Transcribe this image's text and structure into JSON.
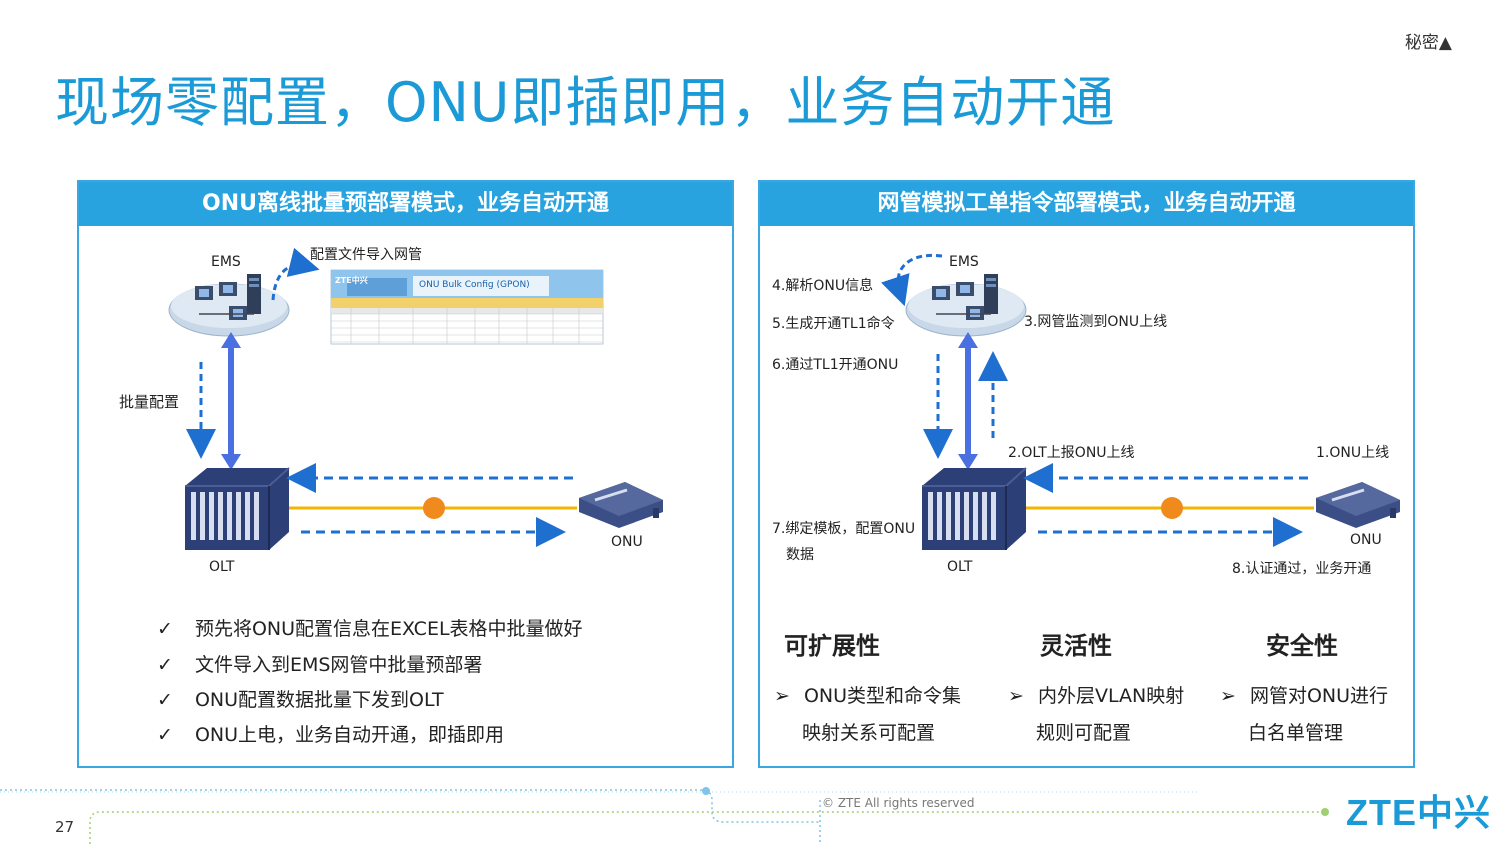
{
  "header": {
    "confidential": "秘密▲",
    "title": "现场零配置，ONU即插即用，业务自动开通"
  },
  "left_panel": {
    "heading": "ONU离线批量预部署模式，业务自动开通",
    "labels": {
      "ems": "EMS",
      "config_import": "配置文件导入网管",
      "batch_config": "批量配置",
      "olt": "OLT",
      "onu": "ONU"
    },
    "sheet": {
      "logo": "ZTE中兴",
      "title": "ONU Bulk Config (GPON)"
    },
    "bullets": [
      "预先将ONU配置信息在EXCEL表格中批量做好",
      "文件导入到EMS网管中批量预部署",
      "ONU配置数据批量下发到OLT",
      "ONU上电，业务自动开通，即插即用"
    ]
  },
  "right_panel": {
    "heading": "网管模拟工单指令部署模式，业务自动开通",
    "labels": {
      "ems": "EMS",
      "step4": "4.解析ONU信息",
      "step5": "5.生成开通TL1命令",
      "step6": "6.通过TL1开通ONU",
      "step3": "3.网管监测到ONU上线",
      "step2": "2.OLT上报ONU上线",
      "step1": "1.ONU上线",
      "step7_line1": "7.绑定模板，配置ONU",
      "step7_line2": "数据",
      "olt": "OLT",
      "onu": "ONU",
      "step8": "8.认证通过，业务开通"
    },
    "features": [
      {
        "title": "可扩展性",
        "line1": "ONU类型和命令集",
        "line2": "映射关系可配置"
      },
      {
        "title": "灵活性",
        "line1": "内外层VLAN映射",
        "line2": "规则可配置"
      },
      {
        "title": "安全性",
        "line1": "网管对ONU进行",
        "line2": "白名单管理"
      }
    ]
  },
  "footer": {
    "copyright": "© ZTE All rights reserved",
    "page_number": "27",
    "logo": "ZTE中兴"
  },
  "colors": {
    "accent": "#1a9ad6",
    "panel_header": "#29a3df",
    "fiber": "#f5b400",
    "splitter": "#f08a1c",
    "arrow_blue": "#1f6fd1",
    "bidir_arrow": "#4a6fe0"
  },
  "icons": {
    "check": "✓",
    "arrow": "➢"
  }
}
